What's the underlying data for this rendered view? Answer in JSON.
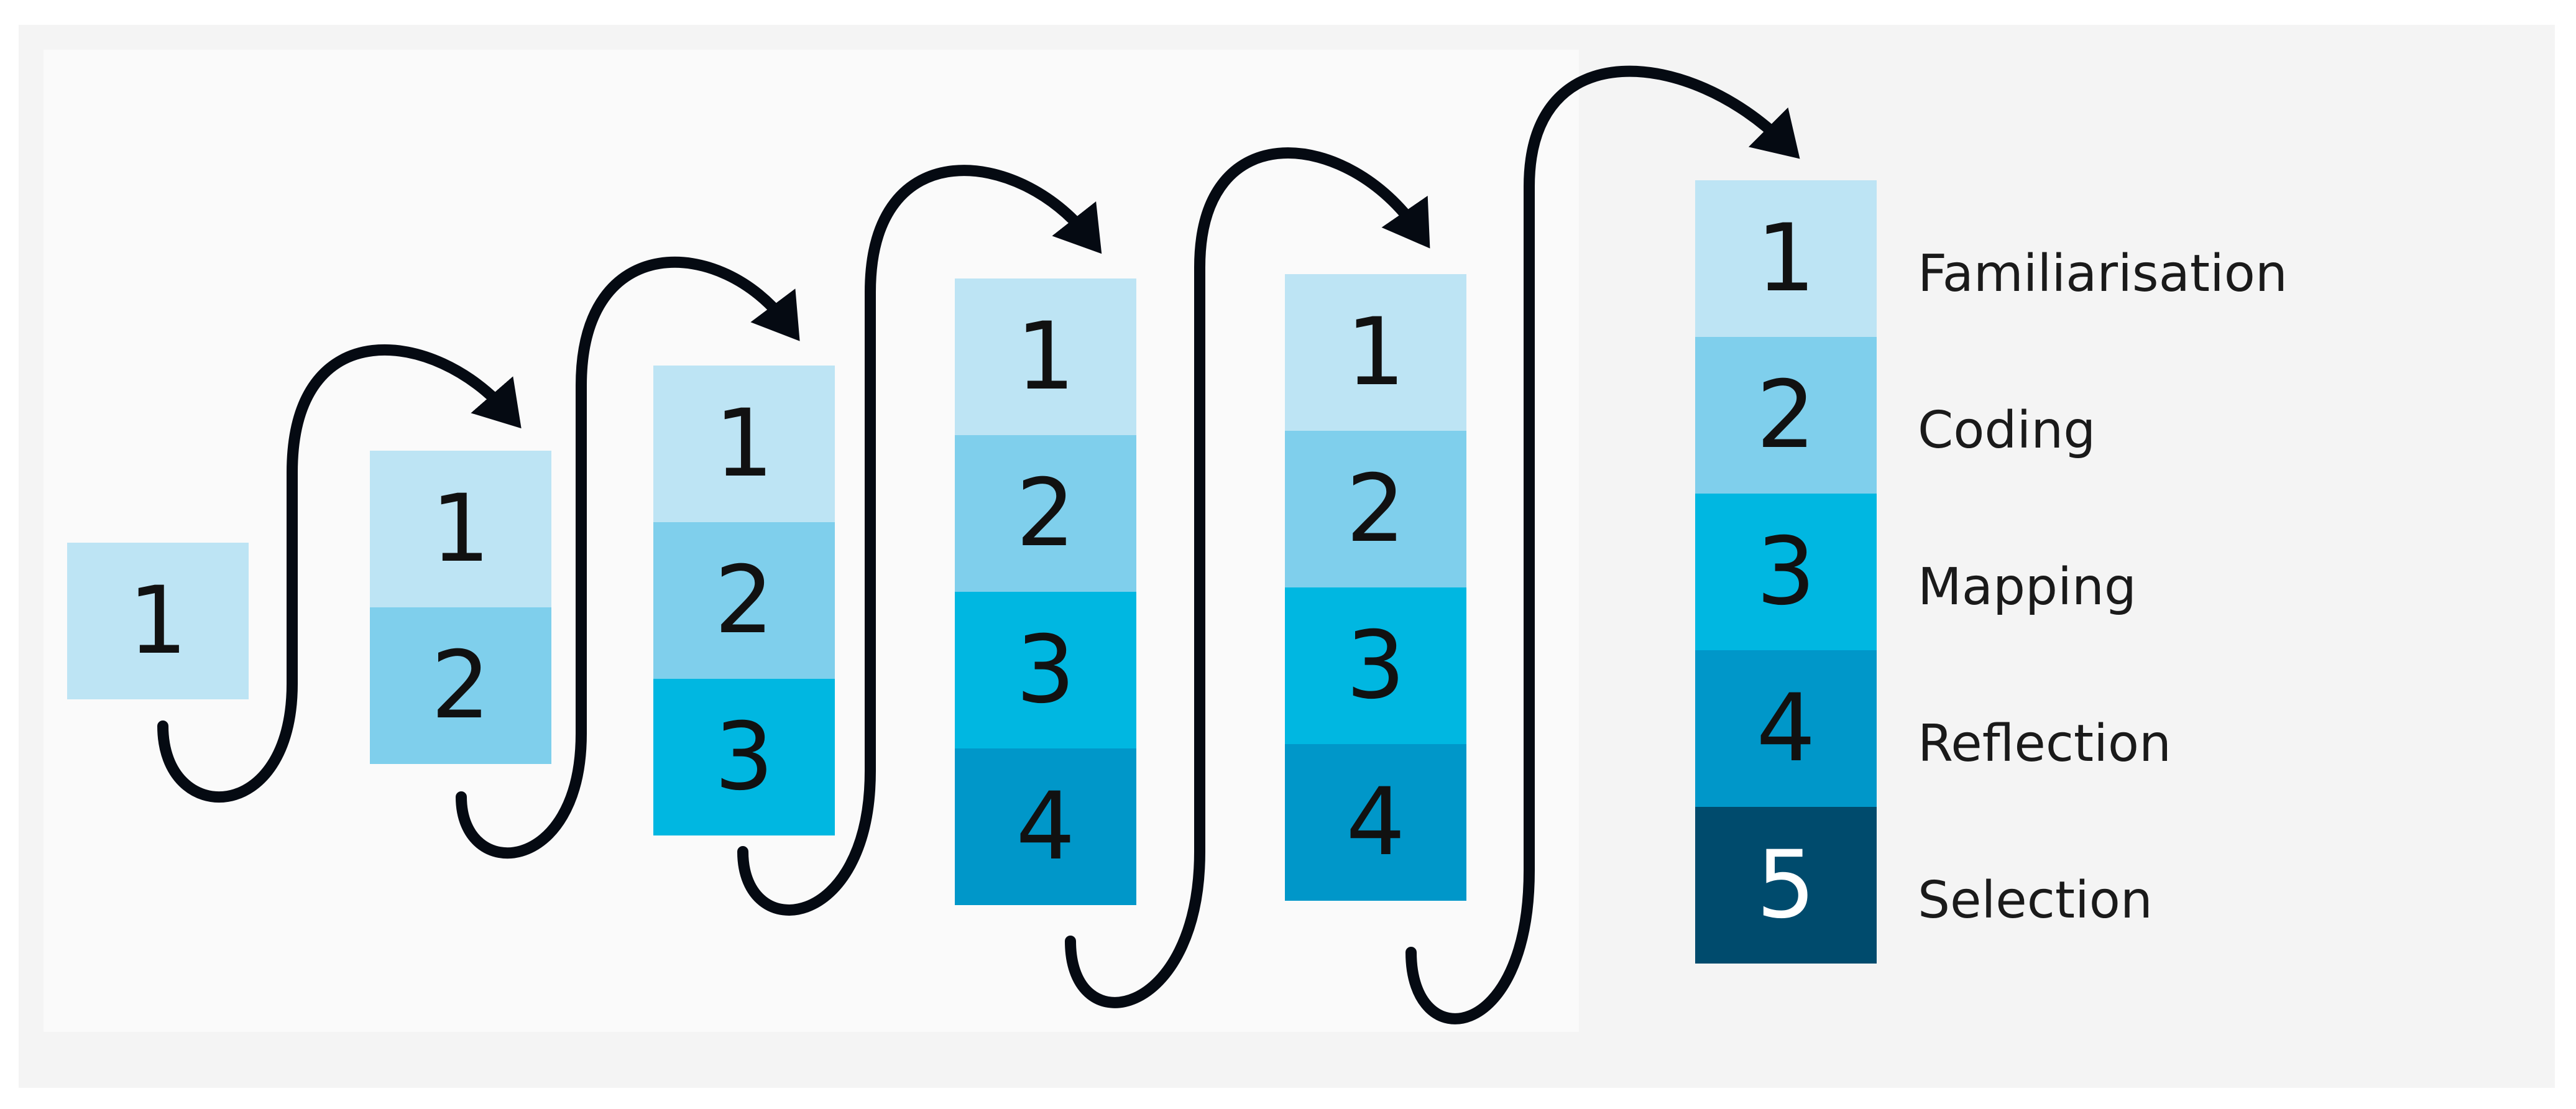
{
  "colors": {
    "step1": "#bde4f4",
    "step2": "#7fcfec",
    "step3": "#00b7e1",
    "step4": "#0097c9",
    "step5": "#004b6d",
    "arrow": "#050a12"
  },
  "stage1": [
    "1"
  ],
  "stage2": [
    "1",
    "2"
  ],
  "stage3": [
    "1",
    "2",
    "3"
  ],
  "stage4": [
    "1",
    "2",
    "3",
    "4"
  ],
  "stage5": [
    "1",
    "2",
    "3",
    "4"
  ],
  "stage6": [
    "1",
    "2",
    "3",
    "4",
    "5"
  ],
  "labels": [
    "Familiarisation",
    "Coding",
    "Mapping",
    "Reflection",
    "Selection"
  ]
}
